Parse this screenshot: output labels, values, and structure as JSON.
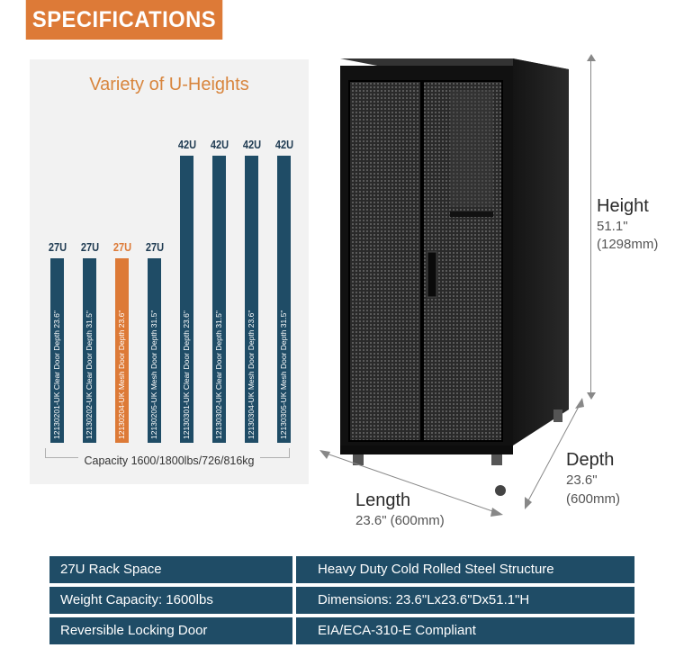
{
  "header": {
    "title": "SPECIFICATIONS"
  },
  "chart": {
    "title": "Variety of U-Heights",
    "capacity": "Capacity 1600/1800lbs/726/816kg",
    "bars": [
      {
        "height_label": "27U",
        "text": "12130201-UK  Clear Door  Depth 23.6\"",
        "u": 27,
        "highlight": false
      },
      {
        "height_label": "27U",
        "text": "12130202-UK  Clear Door  Depth 31.5\"",
        "u": 27,
        "highlight": false
      },
      {
        "height_label": "27U",
        "text": "12130204-UK  Mesh Door  Depth 23.6\"",
        "u": 27,
        "highlight": true
      },
      {
        "height_label": "27U",
        "text": "12130205-UK  Mesh Door  Depth 31.5\"",
        "u": 27,
        "highlight": false
      },
      {
        "height_label": "42U",
        "text": "12130301-UK  Clear Door  Depth 23.6\"",
        "u": 42,
        "highlight": false
      },
      {
        "height_label": "42U",
        "text": "12130302-UK  Clear Door  Depth 31.5\"",
        "u": 42,
        "highlight": false
      },
      {
        "height_label": "42U",
        "text": "12130304-UK  Mesh Door  Depth 23.6\"",
        "u": 42,
        "highlight": false
      },
      {
        "height_label": "42U",
        "text": "12130305-UK  Mesh Door  Depth 31.5\"",
        "u": 42,
        "highlight": false
      }
    ]
  },
  "dimensions": {
    "height_label": "Height",
    "height_value_in": "51.1\"",
    "height_value_mm": "(1298mm)",
    "depth_label": "Depth",
    "depth_value_in": "23.6\"",
    "depth_value_mm": "(600mm)",
    "length_label": "Length",
    "length_value": "23.6\" (600mm)"
  },
  "specs": [
    {
      "left": "27U Rack Space",
      "right": "Heavy Duty Cold Rolled Steel Structure"
    },
    {
      "left": "Weight Capacity: 1600lbs",
      "right": "Dimensions: 23.6\"Lx23.6\"Dx51.1\"H"
    },
    {
      "left": "Reversible Locking Door",
      "right": "EIA/ECA-310-E Compliant"
    }
  ],
  "colors": {
    "accent": "#dd7a37",
    "navy": "#1f4c66",
    "panel": "#f2f2f2"
  }
}
